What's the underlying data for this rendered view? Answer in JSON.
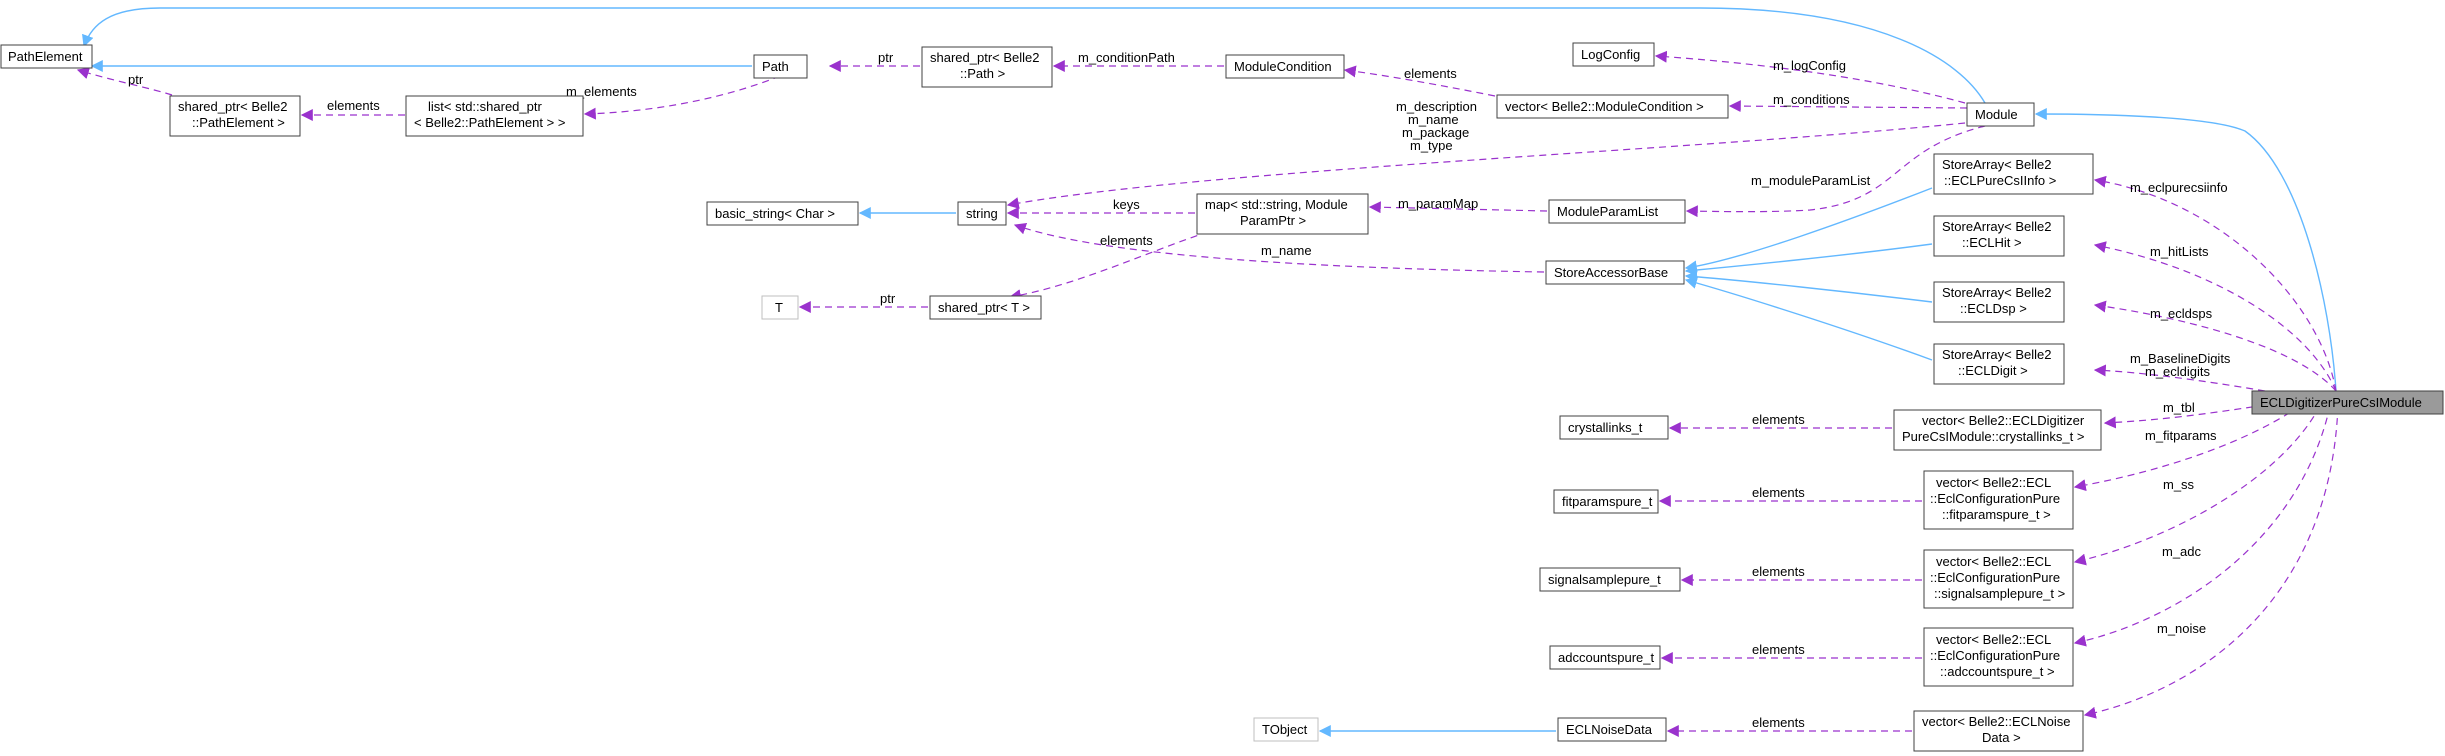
{
  "colors": {
    "inheritance": "#63b8ff",
    "usage": "#9a32cd",
    "focus_fill": "#9a9a9a",
    "node_border": "#404040",
    "ghost_border": "#bfbfbf"
  },
  "nodes": {
    "path_element": "PathElement",
    "path": "Path",
    "shared_ptr_path": [
      "shared_ptr< Belle2",
      "::Path >"
    ],
    "module_condition": "ModuleCondition",
    "shared_ptr_pathelement": [
      "shared_ptr< Belle2",
      "::PathElement >"
    ],
    "list_pathelement": [
      "list< std::shared_ptr",
      "< Belle2::PathElement > >"
    ],
    "log_config": "LogConfig",
    "vector_modulecondition": "vector< Belle2::ModuleCondition >",
    "module": "Module",
    "basic_string": "basic_string< Char >",
    "string": "string",
    "map_moduleparam": [
      "map< std::string, Module",
      "ParamPtr >"
    ],
    "module_param_list": "ModuleParamList",
    "t": "T",
    "shared_ptr_t": "shared_ptr< T >",
    "store_accessor_base": "StoreAccessorBase",
    "storearray_eclpurecsiinfo": [
      "StoreArray< Belle2",
      "::ECLPureCsIInfo >"
    ],
    "storearray_eclhit": [
      "StoreArray< Belle2",
      "::ECLHit >"
    ],
    "storearray_ecldsp": [
      "StoreArray< Belle2",
      "::ECLDsp >"
    ],
    "storearray_ecldigit": [
      "StoreArray< Belle2",
      "::ECLDigit >"
    ],
    "ecl_digitizer": "ECLDigitizerPureCsIModule",
    "crystallinks_t": "crystallinks_t",
    "vector_crystallinks": [
      "vector< Belle2::ECLDigitizer",
      "PureCsIModule::crystallinks_t >"
    ],
    "fitparamspure_t": "fitparamspure_t",
    "vector_fitparams": [
      "vector< Belle2::ECL",
      "::EclConfigurationPure",
      "::fitparamspure_t >"
    ],
    "signalsamplepure_t": "signalsamplepure_t",
    "vector_signalsample": [
      "vector< Belle2::ECL",
      "::EclConfigurationPure",
      "::signalsamplepure_t >"
    ],
    "adccountspure_t": "adccountspure_t",
    "vector_adccounts": [
      "vector< Belle2::ECL",
      "::EclConfigurationPure",
      "::adccountspure_t >"
    ],
    "tobject": "TObject",
    "ecl_noise_data": "ECLNoiseData",
    "vector_eclnoisedata": [
      "vector< Belle2::ECLNoise",
      "Data >"
    ]
  },
  "edge_labels": {
    "ptr_pathelement": "ptr",
    "m_elements": "m_elements",
    "elements_list": "elements",
    "ptr_path": "ptr",
    "m_conditionPath": "m_conditionPath",
    "elements_condition": "elements",
    "m_logConfig": "m_logConfig",
    "m_conditions": "m_conditions",
    "module_strings": [
      "m_description",
      "m_name",
      "m_package",
      "m_type"
    ],
    "keys": "keys",
    "elements_map": "elements",
    "m_paramMap": "m_paramMap",
    "m_moduleParamList": "m_moduleParamList",
    "m_name_store": "m_name",
    "ptr_t": "ptr",
    "m_eclpurecsiinfo": "m_eclpurecsiinfo",
    "m_hitLists": "m_hitLists",
    "m_ecldsps": "m_ecldsps",
    "digits": [
      "m_BaselineDigits",
      "m_ecldigits"
    ],
    "m_tbl": "m_tbl",
    "elements_crystal": "elements",
    "m_fitparams": "m_fitparams",
    "elements_fit": "elements",
    "m_ss": "m_ss",
    "elements_ss": "elements",
    "m_adc": "m_adc",
    "elements_adc": "elements",
    "m_noise": "m_noise",
    "elements_noise": "elements"
  }
}
